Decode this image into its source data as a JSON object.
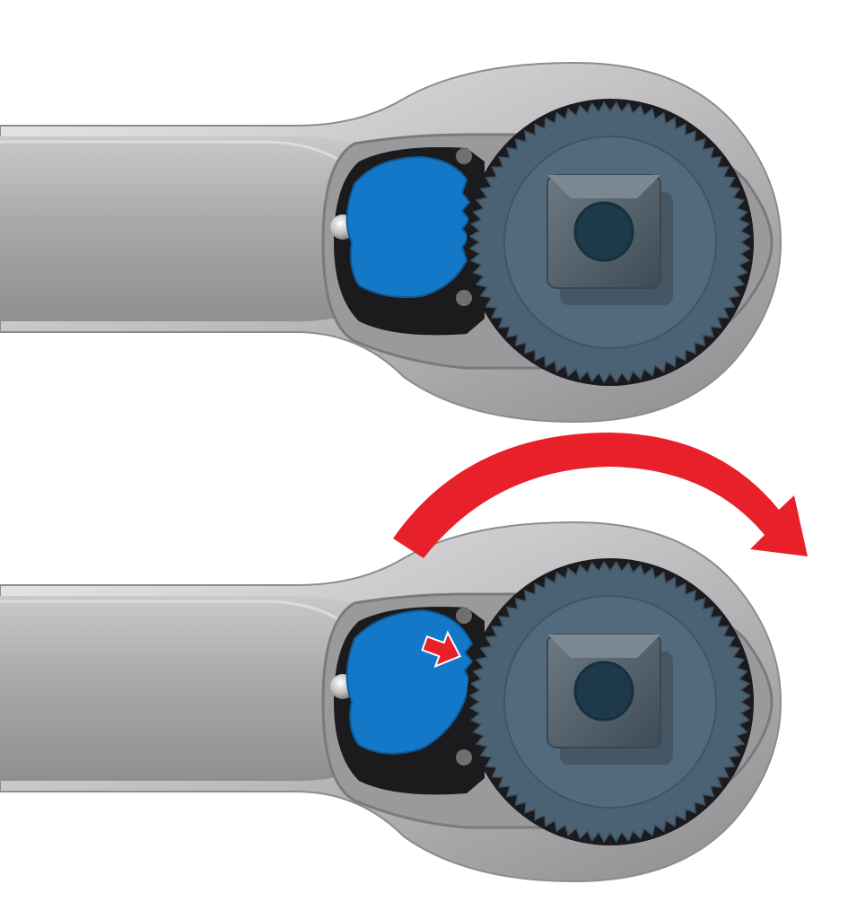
{
  "diagram": {
    "panels": [
      {
        "state": "idle",
        "rotation_arrow": false,
        "pawl_push_arrow": false
      },
      {
        "state": "rotating-clockwise",
        "rotation_arrow": true,
        "pawl_push_arrow": true
      }
    ],
    "gear_teeth": 72,
    "colors": {
      "background": "#ffffff",
      "handle": "#a9a9ab",
      "handle_highlight": "#cfcfd1",
      "head_rim": "#d7d7d9",
      "head_rim_dark": "#8e8e90",
      "cavity": "#1b1b1d",
      "gear": "#4b6275",
      "gear_face": "#526a7d",
      "drive_square": "#56636d",
      "drive_hole": "#1e3a4a",
      "pawl": "#1478c8",
      "arrow": "#e8202a",
      "pin": "#6f6f72"
    }
  }
}
